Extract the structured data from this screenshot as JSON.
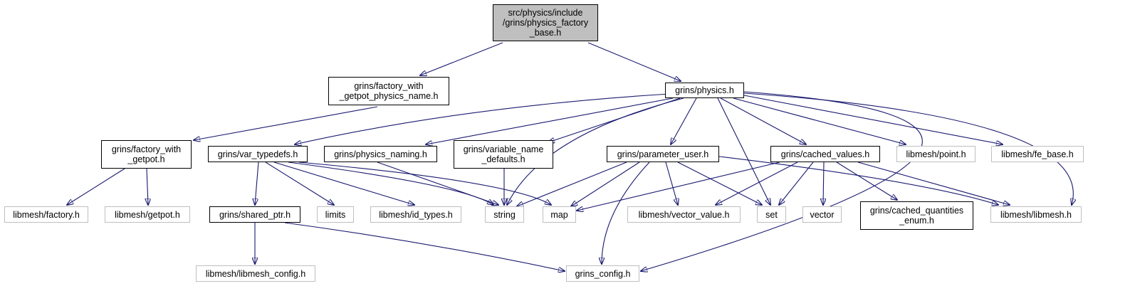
{
  "colors": {
    "edge": "#191970",
    "root_fill": "#bfbfbf",
    "local_border": "#000000",
    "external_border": "#bfbfbf"
  },
  "nodes": {
    "root": "src/physics/include\n/grins/physics_factory\n_base.h",
    "factory_with_getpot_physics_name": "grins/factory_with\n_getpot_physics_name.h",
    "physics": "grins/physics.h",
    "factory_with_getpot": "grins/factory_with\n_getpot.h",
    "var_typedefs": "grins/var_typedefs.h",
    "physics_naming": "grins/physics_naming.h",
    "variable_name_defaults": "grins/variable_name\n_defaults.h",
    "parameter_user": "grins/parameter_user.h",
    "cached_values": "grins/cached_values.h",
    "libmesh_point": "libmesh/point.h",
    "libmesh_fe_base": "libmesh/fe_base.h",
    "libmesh_factory": "libmesh/factory.h",
    "libmesh_getpot": "libmesh/getpot.h",
    "shared_ptr": "grins/shared_ptr.h",
    "limits": "limits",
    "libmesh_id_types": "libmesh/id_types.h",
    "string": "string",
    "map": "map",
    "libmesh_vector_value": "libmesh/vector_value.h",
    "set": "set",
    "vector": "vector",
    "cached_quantities_enum": "grins/cached_quantities\n_enum.h",
    "libmesh_libmesh": "libmesh/libmesh.h",
    "libmesh_libmesh_config": "libmesh/libmesh_config.h",
    "grins_config": "grins_config.h"
  }
}
